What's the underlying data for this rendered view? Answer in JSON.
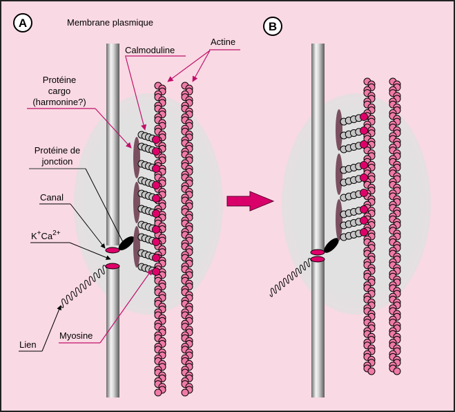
{
  "figure": {
    "panels": [
      {
        "id": "A",
        "badge": "A"
      },
      {
        "id": "B",
        "badge": "B"
      }
    ],
    "labels": {
      "membrane": "Membrane plasmique",
      "calmoduline": "Calmoduline",
      "actine": "Actine",
      "cargo_line1": "Protéine",
      "cargo_line2": "cargo",
      "cargo_line3": "(harmonine?)",
      "jonction_line1": "Protéine de",
      "jonction_line2": "jonction",
      "canal": "Canal",
      "ions_k": "K",
      "ions_k_sup": "+",
      "ions_ca": "Ca",
      "ions_ca_sup": "2+",
      "lien": "Lien",
      "myosine": "Myosine"
    },
    "colors": {
      "background": "#f9d9e3",
      "halo": "#e1e1e1",
      "actin": "#ef7aa6",
      "myosin_head": "#e0006a",
      "myosin_tail": "#c5c5c5",
      "cargo": "#7a5060",
      "arrow": "#d9006a",
      "pointer_magenta": "#c0106a",
      "border": "#222222"
    }
  }
}
